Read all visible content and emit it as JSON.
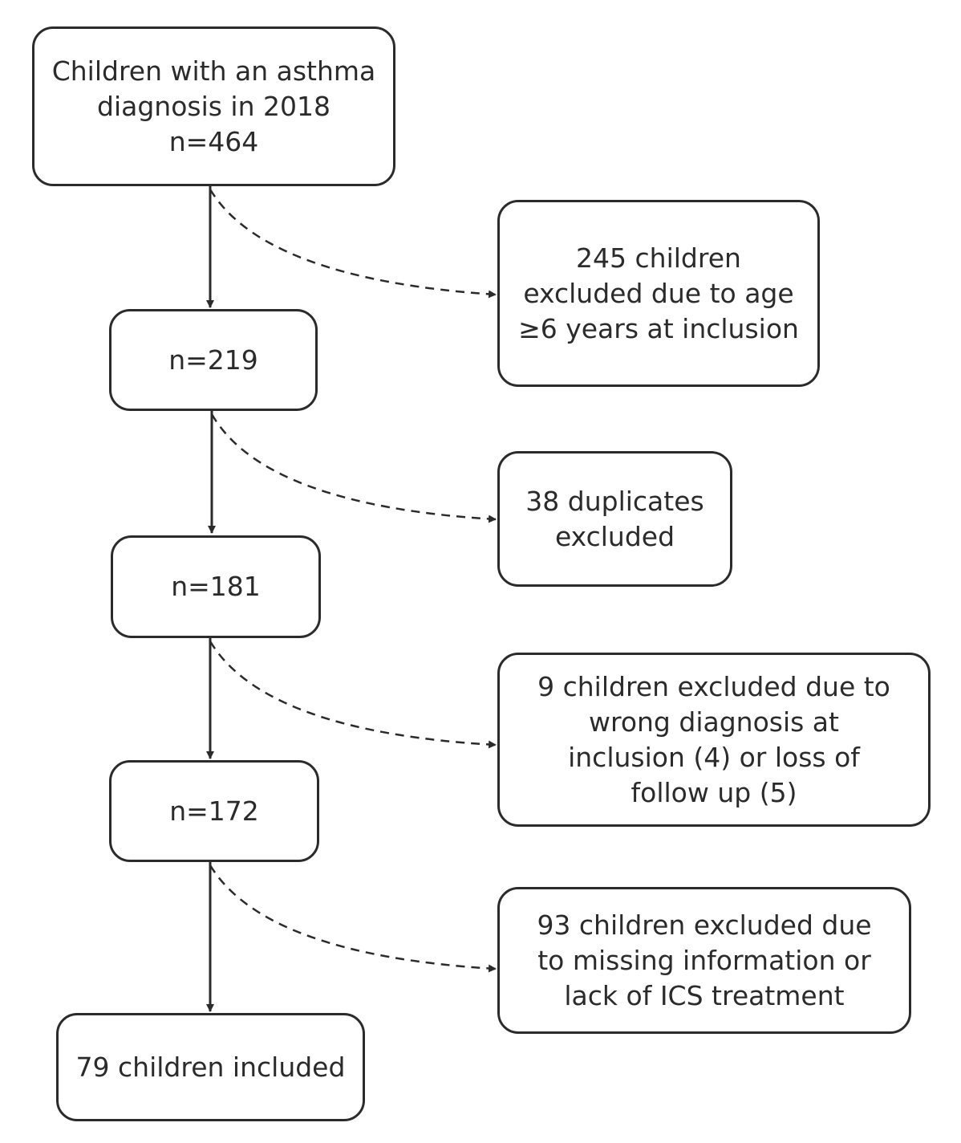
{
  "flowchart": {
    "main": [
      {
        "id": "initial-box",
        "lines": [
          "Children with an asthma",
          "diagnosis in 2018",
          "n=464"
        ]
      },
      {
        "id": "after-age-box",
        "lines": [
          "n=219"
        ]
      },
      {
        "id": "after-duplicates-box",
        "lines": [
          "n=181"
        ]
      },
      {
        "id": "after-diagnosis-box",
        "lines": [
          "n=172"
        ]
      },
      {
        "id": "final-box",
        "lines": [
          "79 children included"
        ]
      }
    ],
    "exclusions": [
      {
        "id": "exclusion-age-box",
        "lines": [
          "245 children",
          "excluded due to age",
          "≥6 years at inclusion"
        ]
      },
      {
        "id": "exclusion-duplicates-box",
        "lines": [
          "38 duplicates",
          "excluded"
        ]
      },
      {
        "id": "exclusion-diagnosis-box",
        "lines": [
          "9 children excluded due to",
          "wrong diagnosis at",
          "inclusion (4) or loss of",
          "follow up (5)"
        ]
      },
      {
        "id": "exclusion-ics-box",
        "lines": [
          "93 children excluded due",
          "to missing information or",
          "lack of ICS treatment"
        ]
      }
    ]
  }
}
